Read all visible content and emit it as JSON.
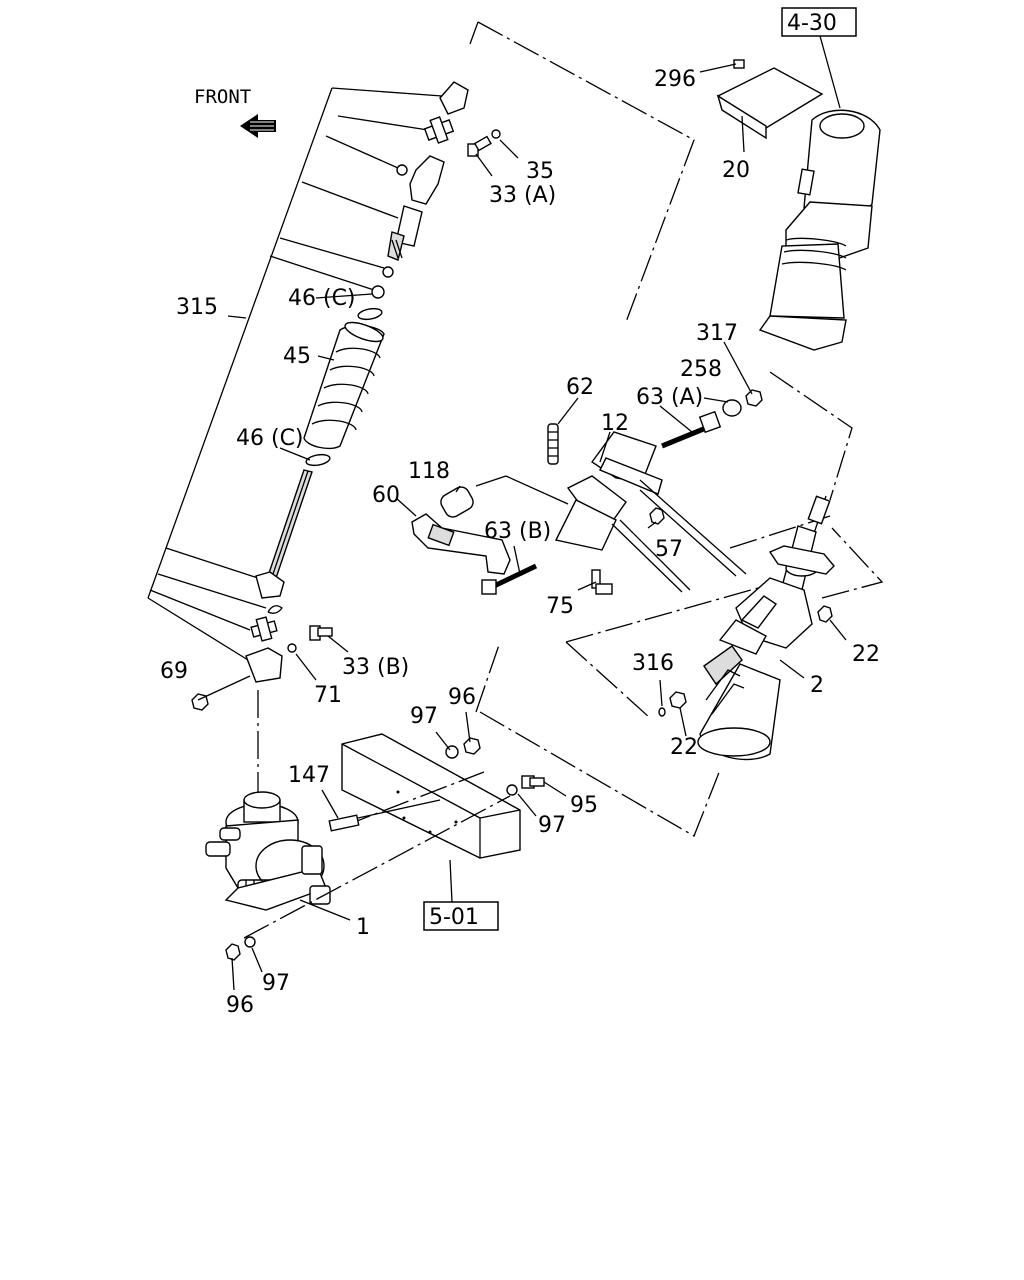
{
  "diagram": {
    "front_label": "FRONT",
    "refs": {
      "r430": "4-30",
      "r501": "5-01"
    },
    "callouts": {
      "c296": "296",
      "c20": "20",
      "c35": "35",
      "c33a": "33 (A)",
      "c315": "315",
      "c46c_top": "46 (C)",
      "c45": "45",
      "c46c_bot": "46 (C)",
      "c317": "317",
      "c258": "258",
      "c63a": "63 (A)",
      "c62": "62",
      "c12": "12",
      "c118": "118",
      "c60": "60",
      "c63b": "63 (B)",
      "c57": "57",
      "c75": "75",
      "c22_right": "22",
      "c2": "2",
      "c316": "316",
      "c22_bot": "22",
      "c69": "69",
      "c33b": "33 (B)",
      "c71": "71",
      "c96_top": "96",
      "c97_top": "97",
      "c147": "147",
      "c95": "95",
      "c97_mid": "97",
      "c1": "1",
      "c96_bot": "96",
      "c97_bot": "97"
    }
  }
}
